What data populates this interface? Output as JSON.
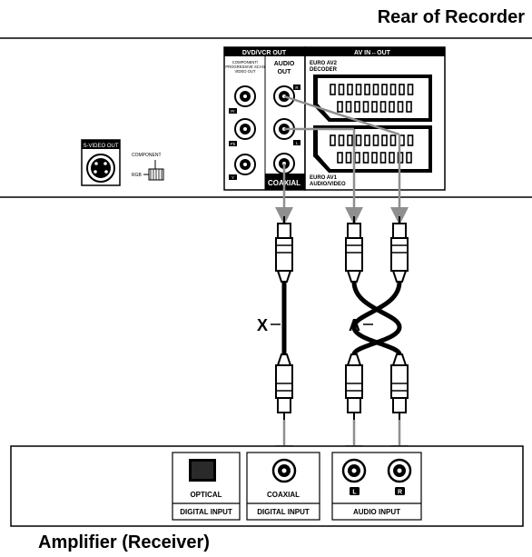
{
  "header": {
    "title": "Rear of Recorder"
  },
  "footer": {
    "title": "Amplifier (Receiver)"
  },
  "recorder": {
    "svideo_label": "S-VIDEO OUT",
    "switch_top_label": "COMPONENT",
    "switch_bottom_label": "RGB",
    "group_title": "DVD/VCR OUT",
    "component_label_lines": [
      "COMPONENT/",
      "PROGRESSIVE SCAN",
      "VIDEO OUT"
    ],
    "component_jacks": [
      "Pr",
      "Pb",
      "Y"
    ],
    "audio_out_lines": [
      "AUDIO",
      "OUT"
    ],
    "audio_jacks": [
      "R",
      "L"
    ],
    "coaxial_label": "COAXIAL",
    "av_title": "AV IN↔OUT",
    "euro2_lines": [
      "EURO AV2",
      "DECODER"
    ],
    "euro1_lines": [
      "EURO AV1",
      "AUDIO/VIDEO"
    ]
  },
  "cables": {
    "x_label": "X",
    "a_label": "A"
  },
  "amplifier": {
    "optical_label": "OPTICAL",
    "optical_caption": "DIGITAL INPUT",
    "coaxial_label": "COAXIAL",
    "coaxial_caption": "DIGITAL INPUT",
    "audio_caption": "AUDIO INPUT",
    "jack_l": "L",
    "jack_r": "R"
  }
}
